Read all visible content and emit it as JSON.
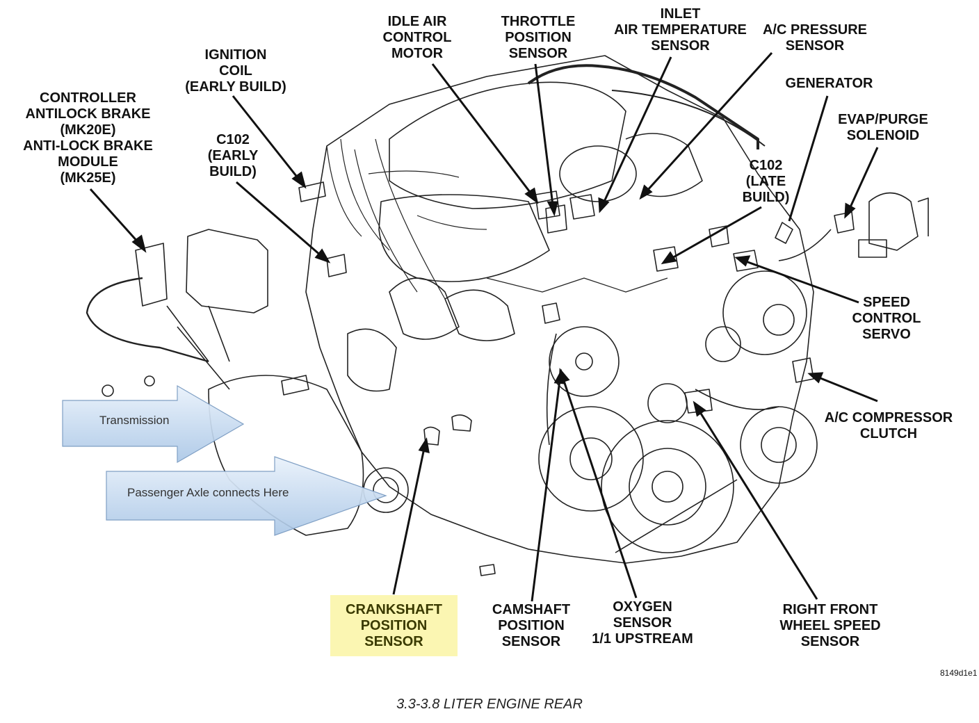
{
  "labels": {
    "abs_controller": [
      "CONTROLLER",
      "ANTILOCK BRAKE",
      "(MK20E)",
      "ANTI-LOCK BRAKE",
      "MODULE",
      "(MK25E)"
    ],
    "ignition_coil": [
      "IGNITION",
      "COIL",
      "(EARLY BUILD)"
    ],
    "c102_early": [
      "C102",
      "(EARLY",
      "BUILD)"
    ],
    "idle_air": [
      "IDLE AIR",
      "CONTROL",
      "MOTOR"
    ],
    "throttle": [
      "THROTTLE",
      "POSITION",
      "SENSOR"
    ],
    "inlet_air": [
      "INLET",
      "AIR TEMPERATURE",
      "SENSOR"
    ],
    "ac_pressure": [
      "A/C PRESSURE",
      "SENSOR"
    ],
    "generator": [
      "GENERATOR"
    ],
    "evap": [
      "EVAP/PURGE",
      "SOLENOID"
    ],
    "c102_late": [
      "C102",
      "(LATE",
      "BUILD)"
    ],
    "speed_control": [
      "SPEED",
      "CONTROL",
      "SERVO"
    ],
    "ac_compressor": [
      "A/C COMPRESSOR",
      "CLUTCH"
    ],
    "crankshaft": [
      "CRANKSHAFT",
      "POSITION",
      "SENSOR"
    ],
    "camshaft": [
      "CAMSHAFT",
      "POSITION",
      "SENSOR"
    ],
    "oxygen": [
      "OXYGEN",
      "SENSOR",
      "1/1 UPSTREAM"
    ],
    "wheel_speed": [
      "RIGHT FRONT",
      "WHEEL SPEED",
      "SENSOR"
    ]
  },
  "callouts": {
    "transmission": "Transmission",
    "axle": "Passenger Axle connects Here"
  },
  "figure_code": "8149d1e1",
  "caption": "3.3-3.8 LITER ENGINE REAR",
  "colors": {
    "highlight": "#fbf6b2",
    "callout_fill": "#cfe0f2",
    "line": "#111111"
  }
}
